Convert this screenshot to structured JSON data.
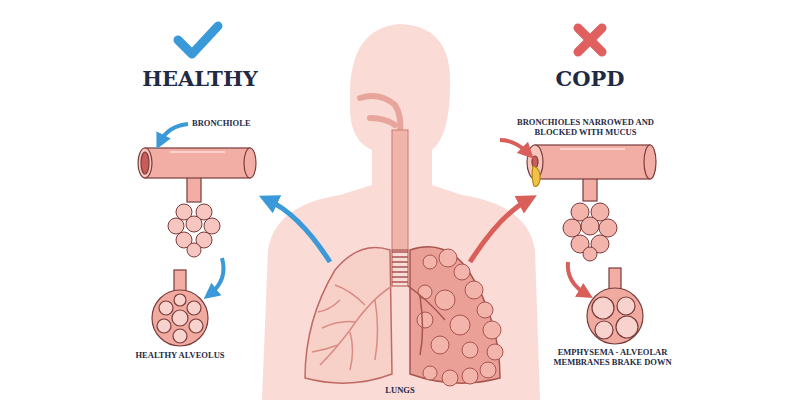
{
  "diagram": {
    "labels": [
      "HEALTHY",
      "COPD",
      "BRONCHIOLE",
      "BRONCHIOLES NARROWED AND BLOCKED WITH MUCUS",
      "HEALTHY ALVEOLUS",
      "LUNGS",
      "EMPHYSEMA - ALVEOLAR MEMBRANES BRAKE DOWN"
    ]
  }
}
